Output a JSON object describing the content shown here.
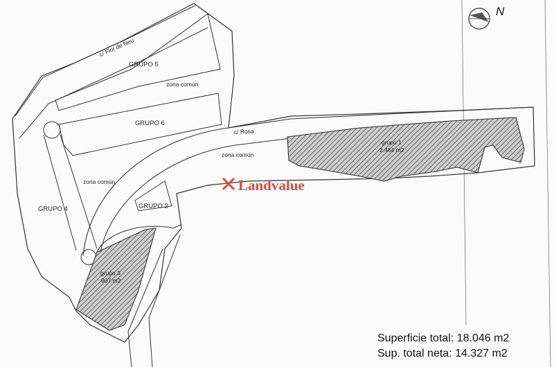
{
  "map": {
    "north": "N",
    "streets": {
      "flor_de_neu": "c/ Flor de Neu",
      "rosa": "c/ Rosa"
    },
    "zones": {
      "grupo5": "GRUPO 5",
      "grupo6": "GRUPO 6",
      "grupo4": "GRUPO 4",
      "grupo2": "GRUPO 2",
      "grupo1_name": "grupo 1",
      "grupo1_area": "2.484 m2",
      "grupo3_name": "grupo 3",
      "grupo3_area": "907 m2",
      "common_a": "zona común",
      "common_b": "zona común",
      "common_c": "zona común"
    },
    "summary": {
      "total": "Superficie total: 18.046 m2",
      "net": "Sup. total neta: 14.327 m2"
    },
    "watermark": "Landvalue",
    "colors": {
      "line": "#333333",
      "hatch": "#555555",
      "watermark": "#e0483e"
    }
  }
}
